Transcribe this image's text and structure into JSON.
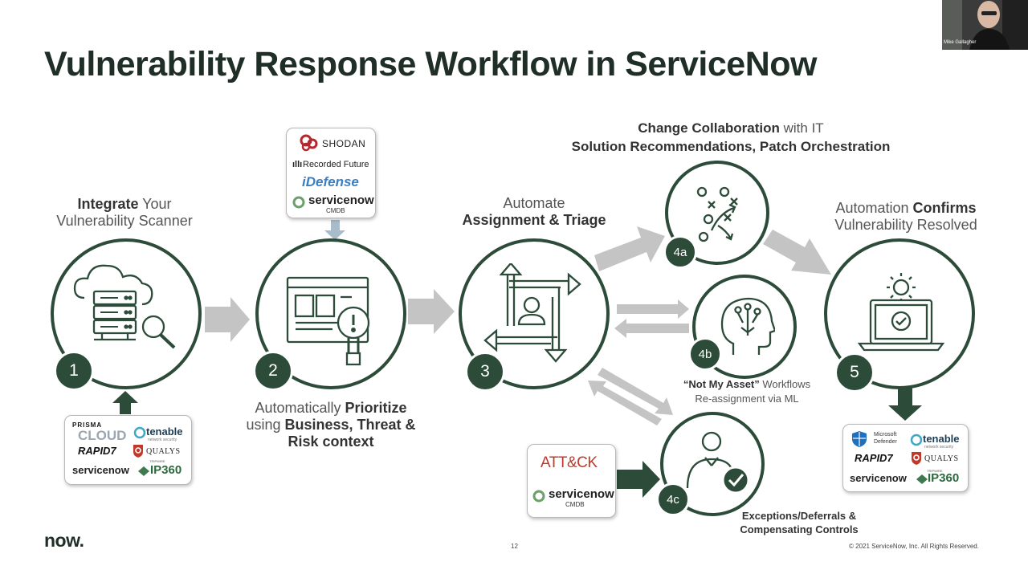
{
  "title": "Vulnerability Response Workflow in ServiceNow",
  "video_overlay": {
    "name": "Mike Gallagher"
  },
  "steps": {
    "s1": {
      "number": "1",
      "caption_bold": "Integrate",
      "caption_rest_1": " Your",
      "caption_line2": "Vulnerability Scanner"
    },
    "s2": {
      "number": "2",
      "line1_a": "Automatically ",
      "line1_b": "Prioritize",
      "line2_a": "using ",
      "line2_b": "Business, Threat &",
      "line3": "Risk context"
    },
    "s3": {
      "number": "3",
      "line1": "Automate",
      "line2": "Assignment & Triage"
    },
    "s4a": {
      "number": "4a",
      "line1_bold": "Change Collaboration",
      "line1_rest": " with IT",
      "line2": "Solution Recommendations, Patch Orchestration"
    },
    "s4b": {
      "number": "4b",
      "line1": "“Not My Asset”",
      "line1_rest": " Workflows",
      "line2": "Re-assignment via ML"
    },
    "s4c": {
      "number": "4c",
      "line1": "Exceptions/Deferrals &",
      "line2": "Compensating Controls"
    },
    "s5": {
      "number": "5",
      "line1_a": "Automation ",
      "line1_b": "Confirms",
      "line2": "Vulnerability Resolved"
    }
  },
  "logos": {
    "enrichment": {
      "shodan": "SHODAN",
      "recorded_future": "Recorded Future",
      "idefense": "iDefense",
      "servicenow": "servicenow",
      "cmdb": "CMDB"
    },
    "scanners": {
      "prisma": "PRISMA",
      "cloud": "CLOUD",
      "tenable": "tenable",
      "tenable_sub": "network security",
      "rapid7": "RAPID7",
      "qualys": "QUALYS",
      "servicenow": "servicenow",
      "ip360_top": "TRIPWIRE",
      "ip360": "IP360"
    },
    "attack": {
      "attck": "ATT&CK",
      "servicenow": "servicenow",
      "cmdb": "CMDB"
    },
    "resolved": {
      "ms_defender_1": "Microsoft",
      "ms_defender_2": "Defender",
      "tenable": "tenable",
      "tenable_sub": "network security",
      "rapid7": "RAPID7",
      "qualys": "QUALYS",
      "servicenow": "servicenow",
      "ip360_top": "TRIPWIRE",
      "ip360": "IP360"
    }
  },
  "footer": {
    "brand": "now.",
    "page_number": "12",
    "copyright": "© 2021 ServiceNow, Inc. All Rights Reserved."
  },
  "colors": {
    "dark_green": "#2c4b39",
    "arrow_gray": "#c4c4c4",
    "title": "#1f2e27",
    "accent_green": "#81b532"
  }
}
